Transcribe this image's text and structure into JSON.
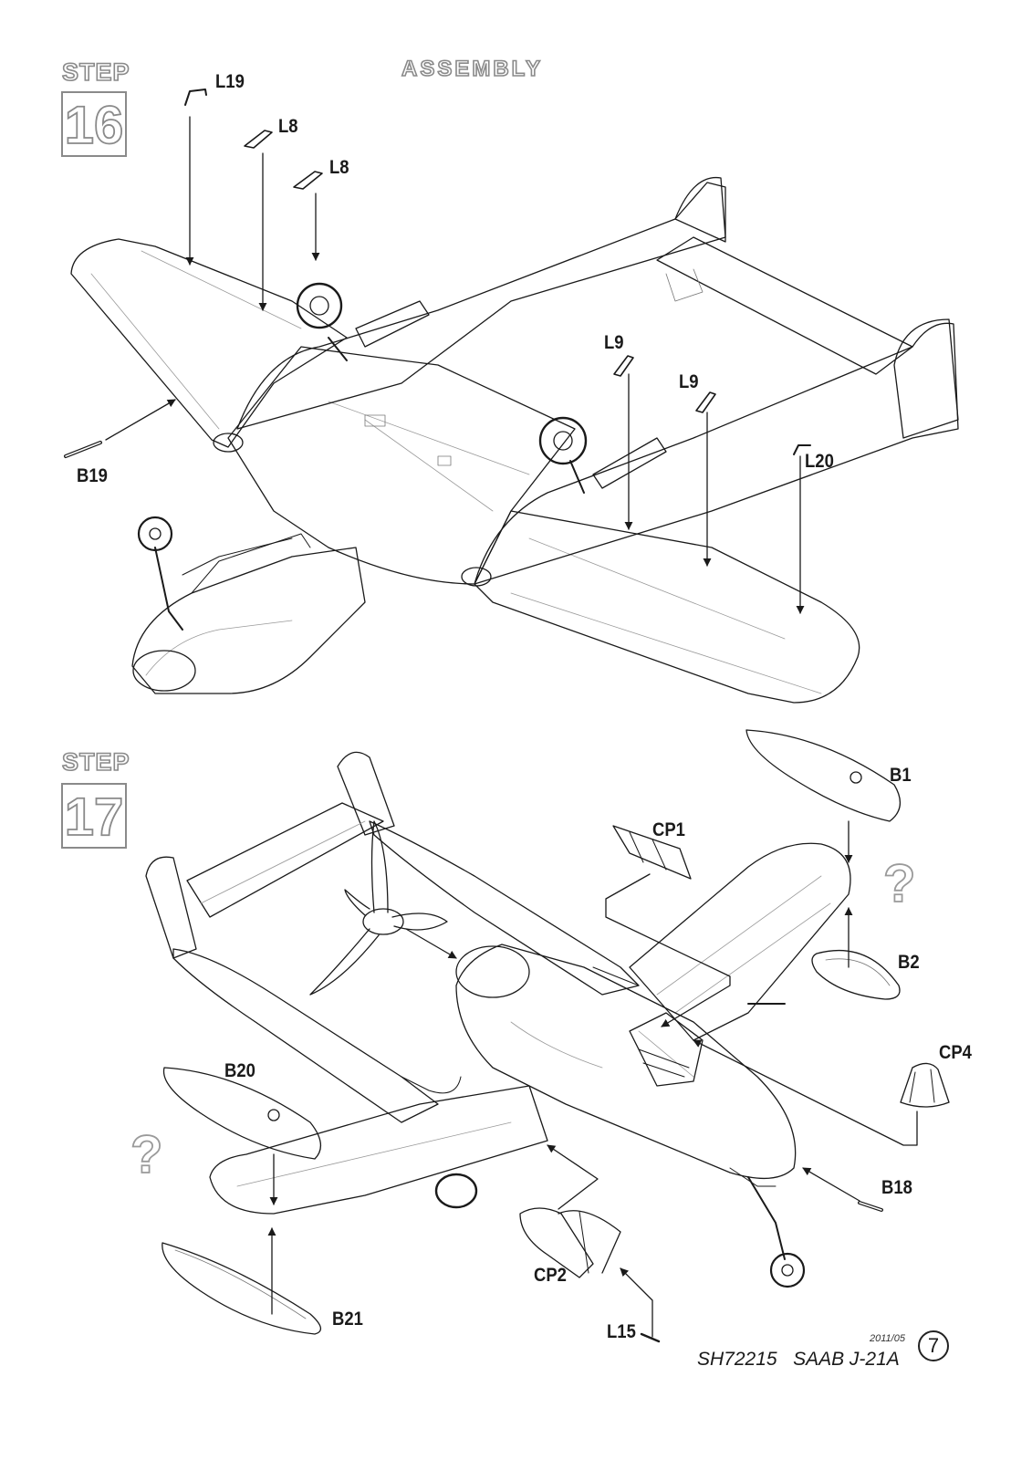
{
  "header": {
    "title": "ASSEMBLY"
  },
  "steps": [
    {
      "word": "STEP",
      "number": "16"
    },
    {
      "word": "STEP",
      "number": "17"
    }
  ],
  "step16_labels": {
    "l19": "L19",
    "l8a": "L8",
    "l8b": "L8",
    "l9a": "L9",
    "l9b": "L9",
    "l20": "L20",
    "b19": "B19"
  },
  "step17_labels": {
    "b1": "B1",
    "cp1": "CP1",
    "b2": "B2",
    "cp4": "CP4",
    "b20": "B20",
    "b18": "B18",
    "cp2": "CP2",
    "b21": "B21",
    "l15": "L15"
  },
  "optional_marks": [
    "?",
    "?"
  ],
  "footer": {
    "date": "2011/05",
    "code": "SH72215   SAAB J-21A",
    "page": "7"
  }
}
